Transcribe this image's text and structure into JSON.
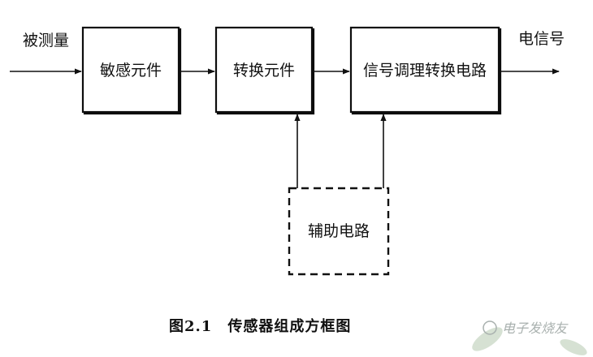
{
  "diagram": {
    "input_label": "被测量",
    "output_label": "电信号",
    "blocks": {
      "sensing": "敏感元件",
      "conversion": "转换元件",
      "conditioning": "信号调理转换电路",
      "auxiliary": "辅助电路"
    },
    "caption": "图2.1　传感器组成方框图"
  },
  "watermark": {
    "text": "电子发烧友"
  },
  "colors": {
    "stroke": "#111111",
    "block_fill": "#ffffff",
    "watermark": "#9aa3a0",
    "leaf": "#cfdccc"
  }
}
